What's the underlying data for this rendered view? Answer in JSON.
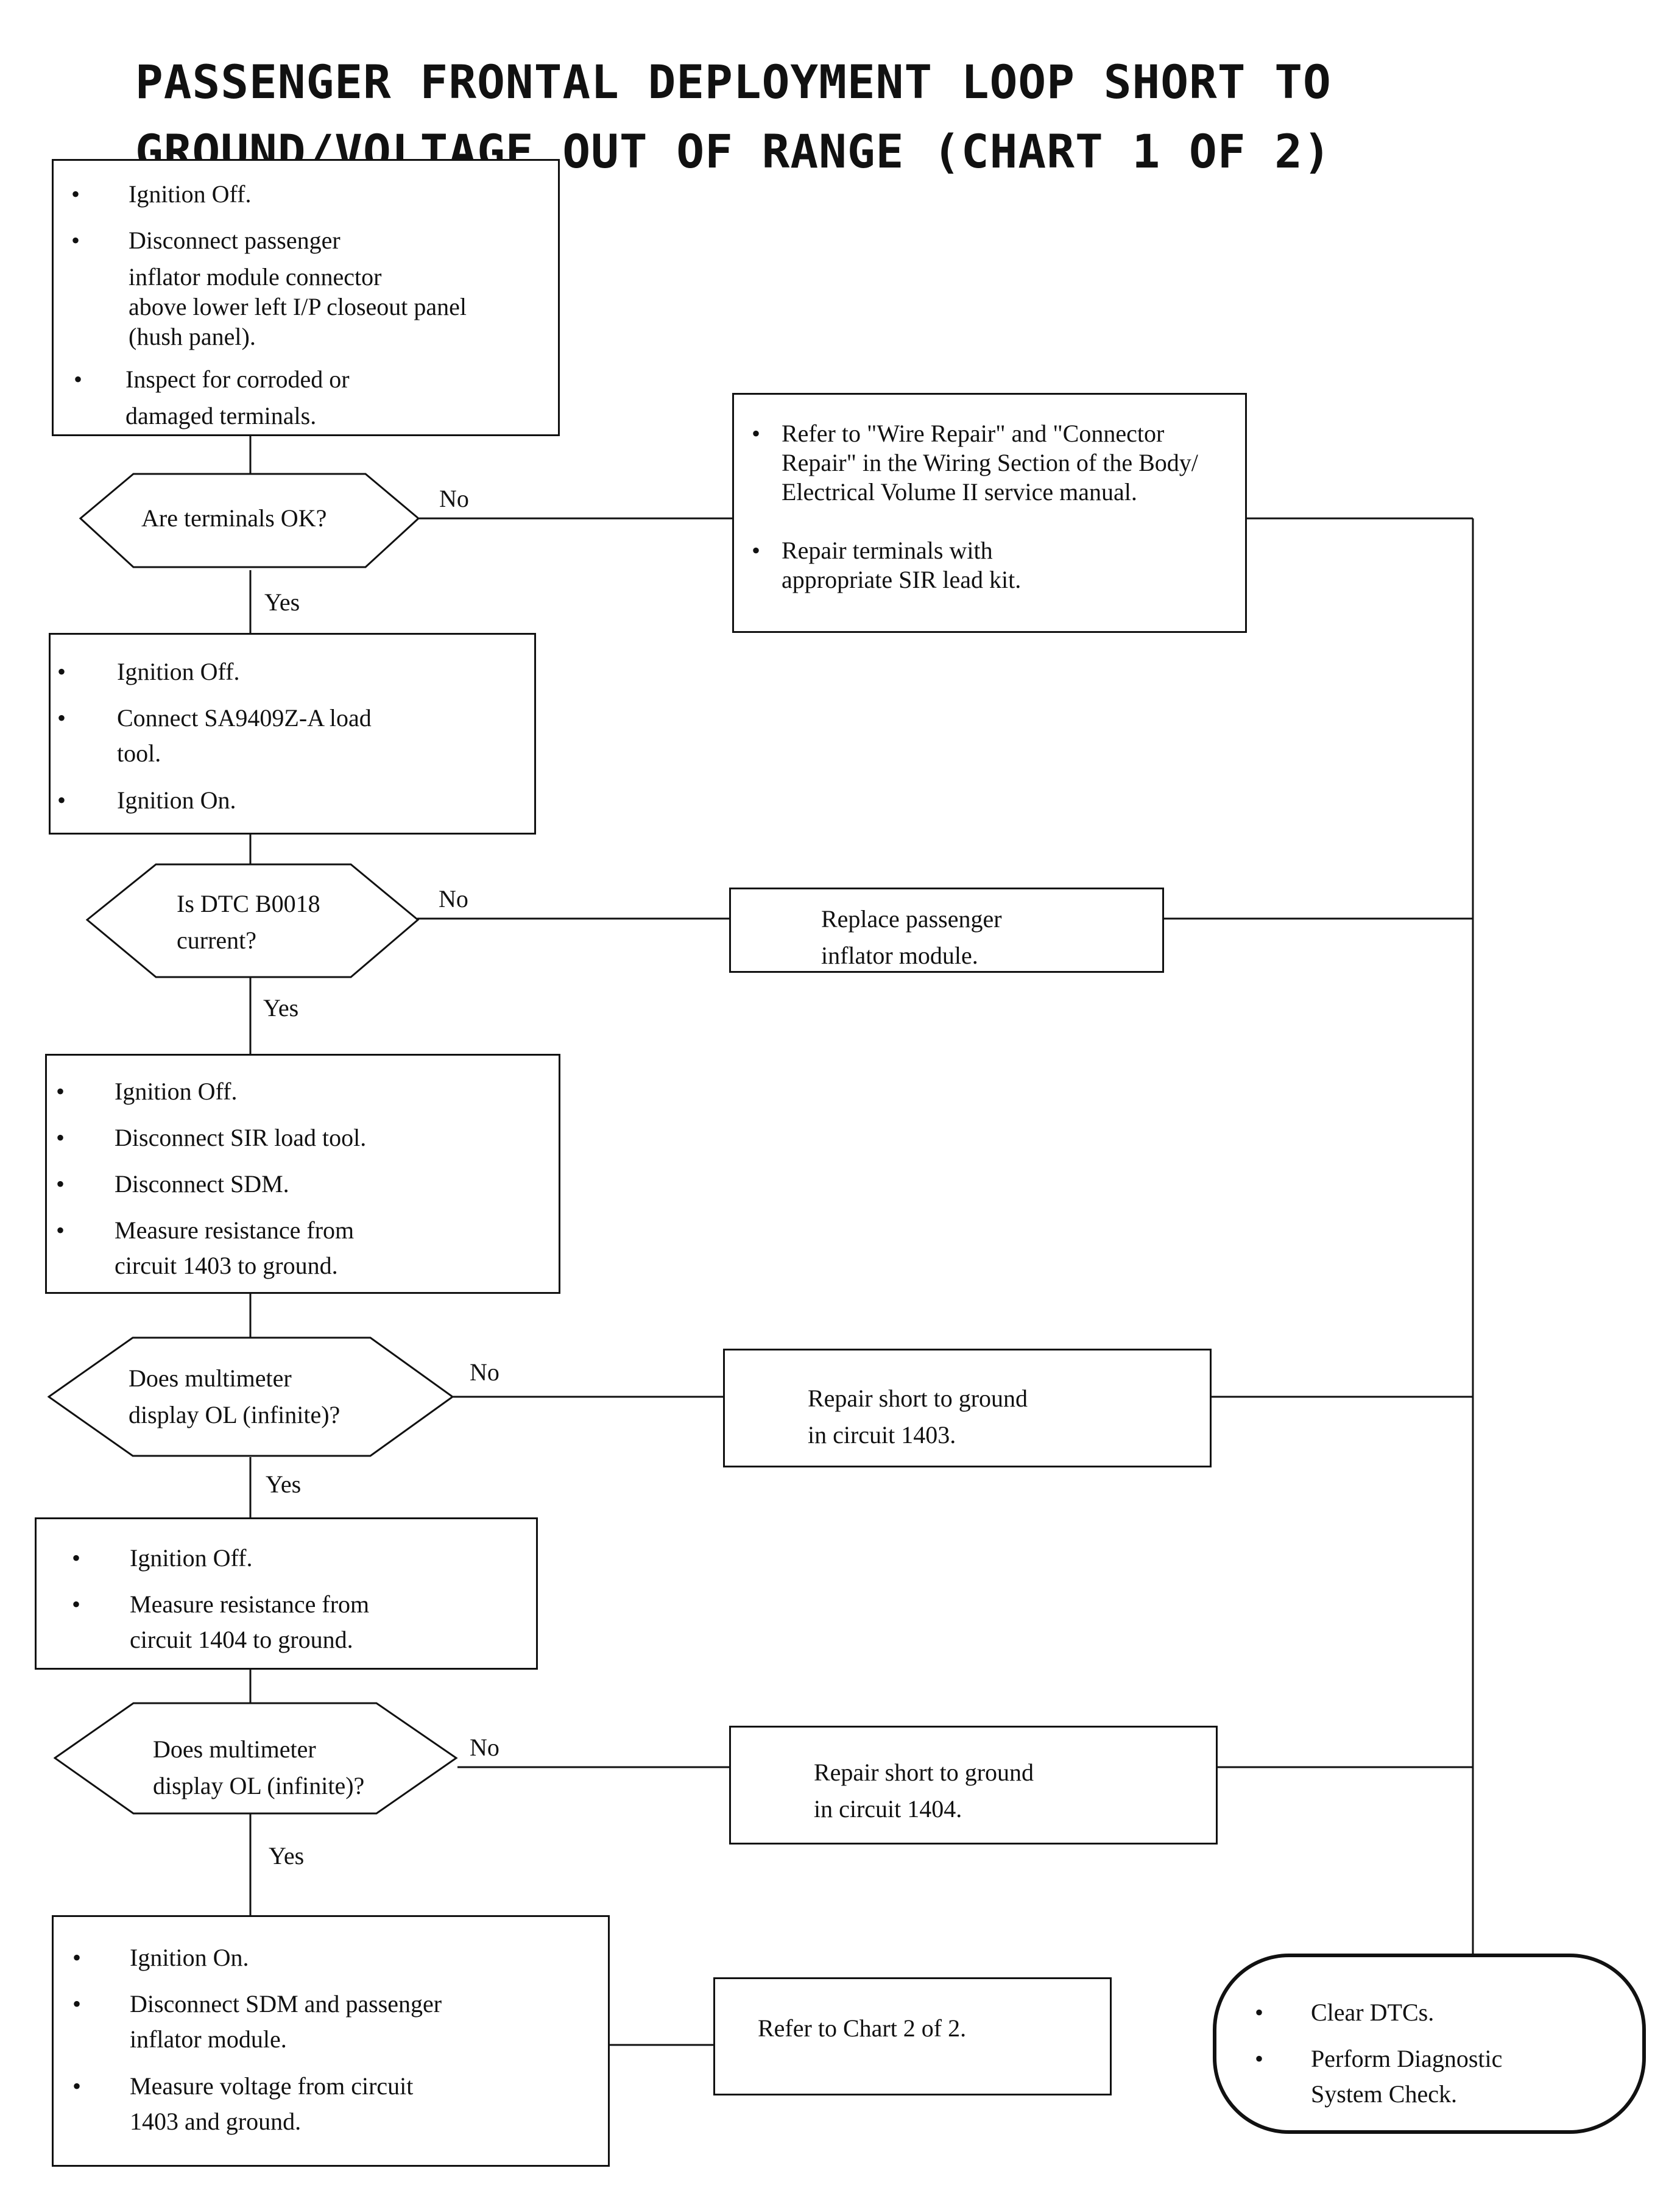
{
  "title_lines": [
    "PASSENGER FRONTAL DEPLOYMENT LOOP SHORT TO",
    "GROUND/VOLTAGE OUT OF RANGE (CHART 1 OF 2)"
  ],
  "bullet_glyph": "•",
  "steps": [
    {
      "id": "step1",
      "bullets": [
        [
          "Ignition Off."
        ],
        [
          "Disconnect passenger",
          "inflator module connector",
          "above lower left I/P closeout panel",
          "(hush panel)."
        ],
        [
          "Inspect for corroded or",
          "damaged terminals."
        ]
      ]
    },
    {
      "id": "step2",
      "bullets": [
        [
          "Ignition Off."
        ],
        [
          "Connect SA9409Z-A load",
          "tool."
        ],
        [
          "Ignition On."
        ]
      ]
    },
    {
      "id": "step3",
      "bullets": [
        [
          "Ignition Off."
        ],
        [
          "Disconnect SIR load tool."
        ],
        [
          "Disconnect SDM."
        ],
        [
          "Measure resistance from",
          "circuit 1403 to ground."
        ]
      ]
    },
    {
      "id": "step4",
      "bullets": [
        [
          "Ignition Off."
        ],
        [
          "Measure resistance from",
          "circuit 1404 to ground."
        ]
      ]
    },
    {
      "id": "step5",
      "bullets": [
        [
          "Ignition On."
        ],
        [
          "Disconnect SDM and passenger",
          "inflator module."
        ],
        [
          "Measure voltage from circuit",
          "1403 and ground."
        ]
      ]
    }
  ],
  "decisions": [
    {
      "id": "d1",
      "lines": [
        "Are terminals OK?"
      ]
    },
    {
      "id": "d2",
      "lines": [
        "Is DTC B0018",
        "current?"
      ]
    },
    {
      "id": "d3",
      "lines": [
        "Does multimeter",
        "display OL (infinite)?"
      ]
    },
    {
      "id": "d4",
      "lines": [
        "Does multimeter",
        "display OL (infinite)?"
      ]
    }
  ],
  "actions": [
    {
      "id": "a1",
      "bullets": [
        [
          "Refer to \"Wire Repair\" and \"Connector",
          "Repair\" in the Wiring Section of the Body/",
          "Electrical Volume II service manual."
        ],
        [
          "Repair terminals with",
          "appropriate SIR lead kit."
        ]
      ]
    },
    {
      "id": "a2",
      "lines": [
        "Replace passenger",
        "inflator module."
      ]
    },
    {
      "id": "a3",
      "lines": [
        "Repair short to ground",
        "in circuit 1403."
      ]
    },
    {
      "id": "a4",
      "lines": [
        "Repair short to ground",
        "in circuit 1404."
      ]
    },
    {
      "id": "a5",
      "lines": [
        "Refer to Chart 2 of 2."
      ]
    }
  ],
  "terminal": {
    "bullets": [
      [
        "Clear DTCs."
      ],
      [
        "Perform Diagnostic",
        "System Check."
      ]
    ]
  },
  "labels": {
    "yes": "Yes",
    "no": "No"
  }
}
